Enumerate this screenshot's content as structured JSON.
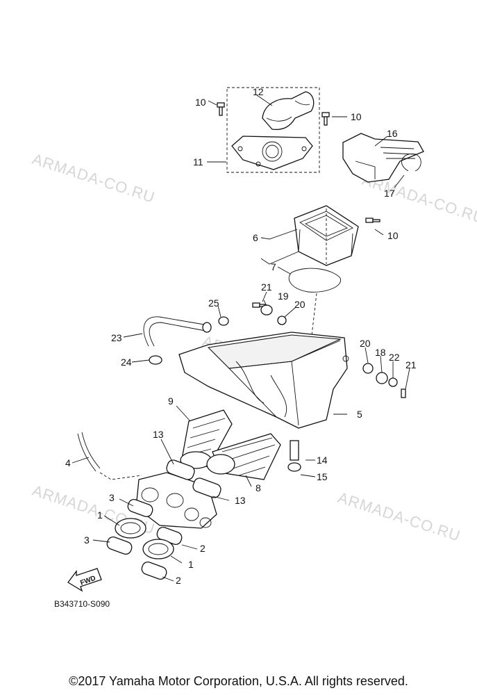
{
  "watermarks": [
    "ARMADA-CO.RU",
    "ARMADA-CO.RU",
    "ARMADA-CO.RU",
    "ARMADA-CO.RU",
    "ARMADA-CO.RU"
  ],
  "callouts": [
    "10",
    "12",
    "10",
    "16",
    "11",
    "17",
    "10",
    "6",
    "7",
    "21",
    "19",
    "20",
    "25",
    "23",
    "20",
    "18",
    "22",
    "21",
    "24",
    "9",
    "5",
    "13",
    "14",
    "4",
    "15",
    "8",
    "3",
    "13",
    "1",
    "2",
    "3",
    "1",
    "2"
  ],
  "fwd_label": "FWD",
  "diagram_code": "B343710-S090",
  "copyright": "©2017 Yamaha Motor Corporation, U.S.A. All rights reserved."
}
